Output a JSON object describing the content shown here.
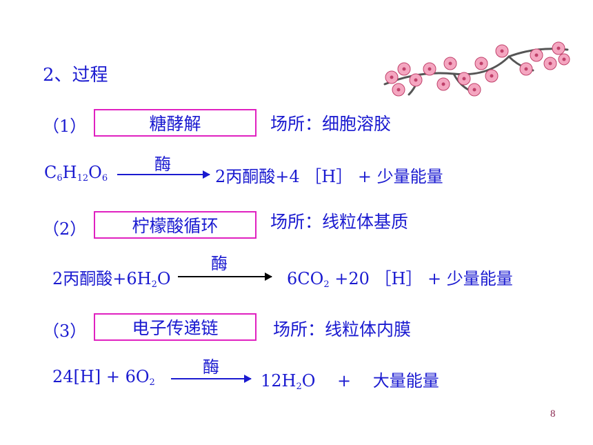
{
  "heading": "2、过程",
  "steps": [
    {
      "num": "（1）",
      "box": "糖酵解",
      "place": "场所：细胞溶胶",
      "enzyme": "酶",
      "lhs_parts": [
        "C",
        "6",
        "H",
        "12",
        "O",
        "6"
      ],
      "rhs": "2丙酮酸+4 ［H］ + 少量能量"
    },
    {
      "num": "（2）",
      "box": "柠檬酸循环",
      "place": "场所：线粒体基质",
      "enzyme": "酶",
      "lhs_parts": [
        "2丙酮酸+6H",
        "2",
        "O"
      ],
      "rhs_parts": [
        "6CO",
        "2",
        " +20 ［H］ + 少量能量"
      ]
    },
    {
      "num": "（3）",
      "box": "电子传递链",
      "place": "场所：线粒体内膜",
      "enzyme": "酶",
      "lhs_parts": [
        "24[H] + 6O",
        "2"
      ],
      "rhs_parts": [
        "12H",
        "2",
        "O　 +　 大量能量"
      ]
    }
  ],
  "page_number": "8",
  "colors": {
    "text": "#1a1ad0",
    "box_border": "#e020c0",
    "page_number": "#8a2850",
    "blossom_pink": "#f4a6c0",
    "branch": "#555555"
  },
  "decoration_icon": "plum-blossom-branch-icon"
}
